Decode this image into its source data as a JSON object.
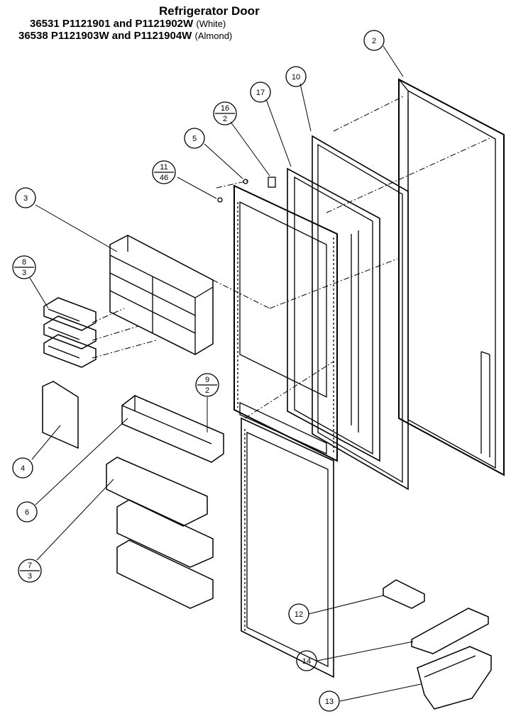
{
  "title": {
    "line1": "Refrigerator Door",
    "line2_main": "36531  P1121901 and P1121902W",
    "line2_sub": "(White)",
    "line3_main": "36538  P1121903W and P1121904W",
    "line3_sub": "(Almond)"
  },
  "callouts": [
    {
      "id": "2",
      "label": "2"
    },
    {
      "id": "10",
      "label": "10"
    },
    {
      "id": "17",
      "label": "17"
    },
    {
      "id": "16-2",
      "top": "16",
      "bottom": "2"
    },
    {
      "id": "5",
      "label": "5"
    },
    {
      "id": "11-46",
      "top": "11",
      "bottom": "46"
    },
    {
      "id": "3",
      "label": "3"
    },
    {
      "id": "8-3",
      "top": "8",
      "bottom": "3"
    },
    {
      "id": "9-2",
      "top": "9",
      "bottom": "2"
    },
    {
      "id": "4",
      "label": "4"
    },
    {
      "id": "6",
      "label": "6"
    },
    {
      "id": "7-3",
      "top": "7",
      "bottom": "3"
    },
    {
      "id": "12",
      "label": "12"
    },
    {
      "id": "14",
      "label": "14"
    },
    {
      "id": "13",
      "label": "13"
    }
  ],
  "colors": {
    "ink": "#000000",
    "paper": "#ffffff"
  }
}
